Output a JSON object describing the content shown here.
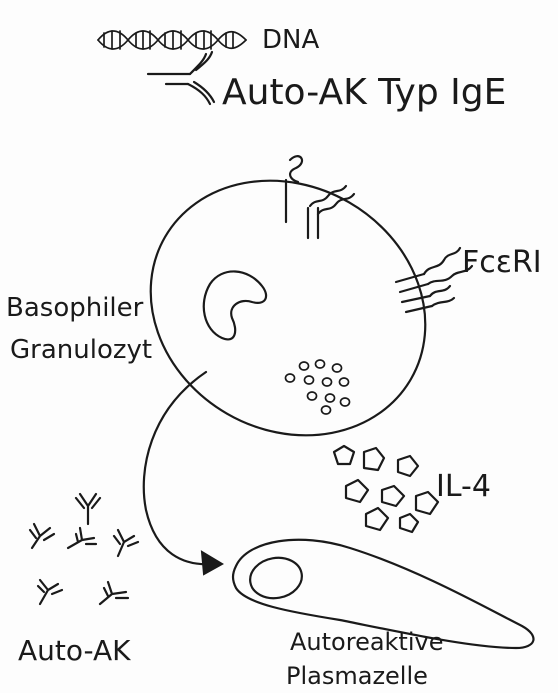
{
  "legend": {
    "dna_label": "DNA",
    "autoantibody_label": "Auto-AK Typ IgE"
  },
  "labels": {
    "cell_line1": "Basophiler",
    "cell_line2": "Granulozyt",
    "receptor": "FcεRI",
    "cytokine": "IL-4",
    "antibodies": "Auto-AK",
    "plasma_line1": "Autoreaktive",
    "plasma_line2": "Plasmazelle"
  },
  "colors": {
    "ink": "#1a1a1a",
    "paper": "#fdfdfd"
  }
}
